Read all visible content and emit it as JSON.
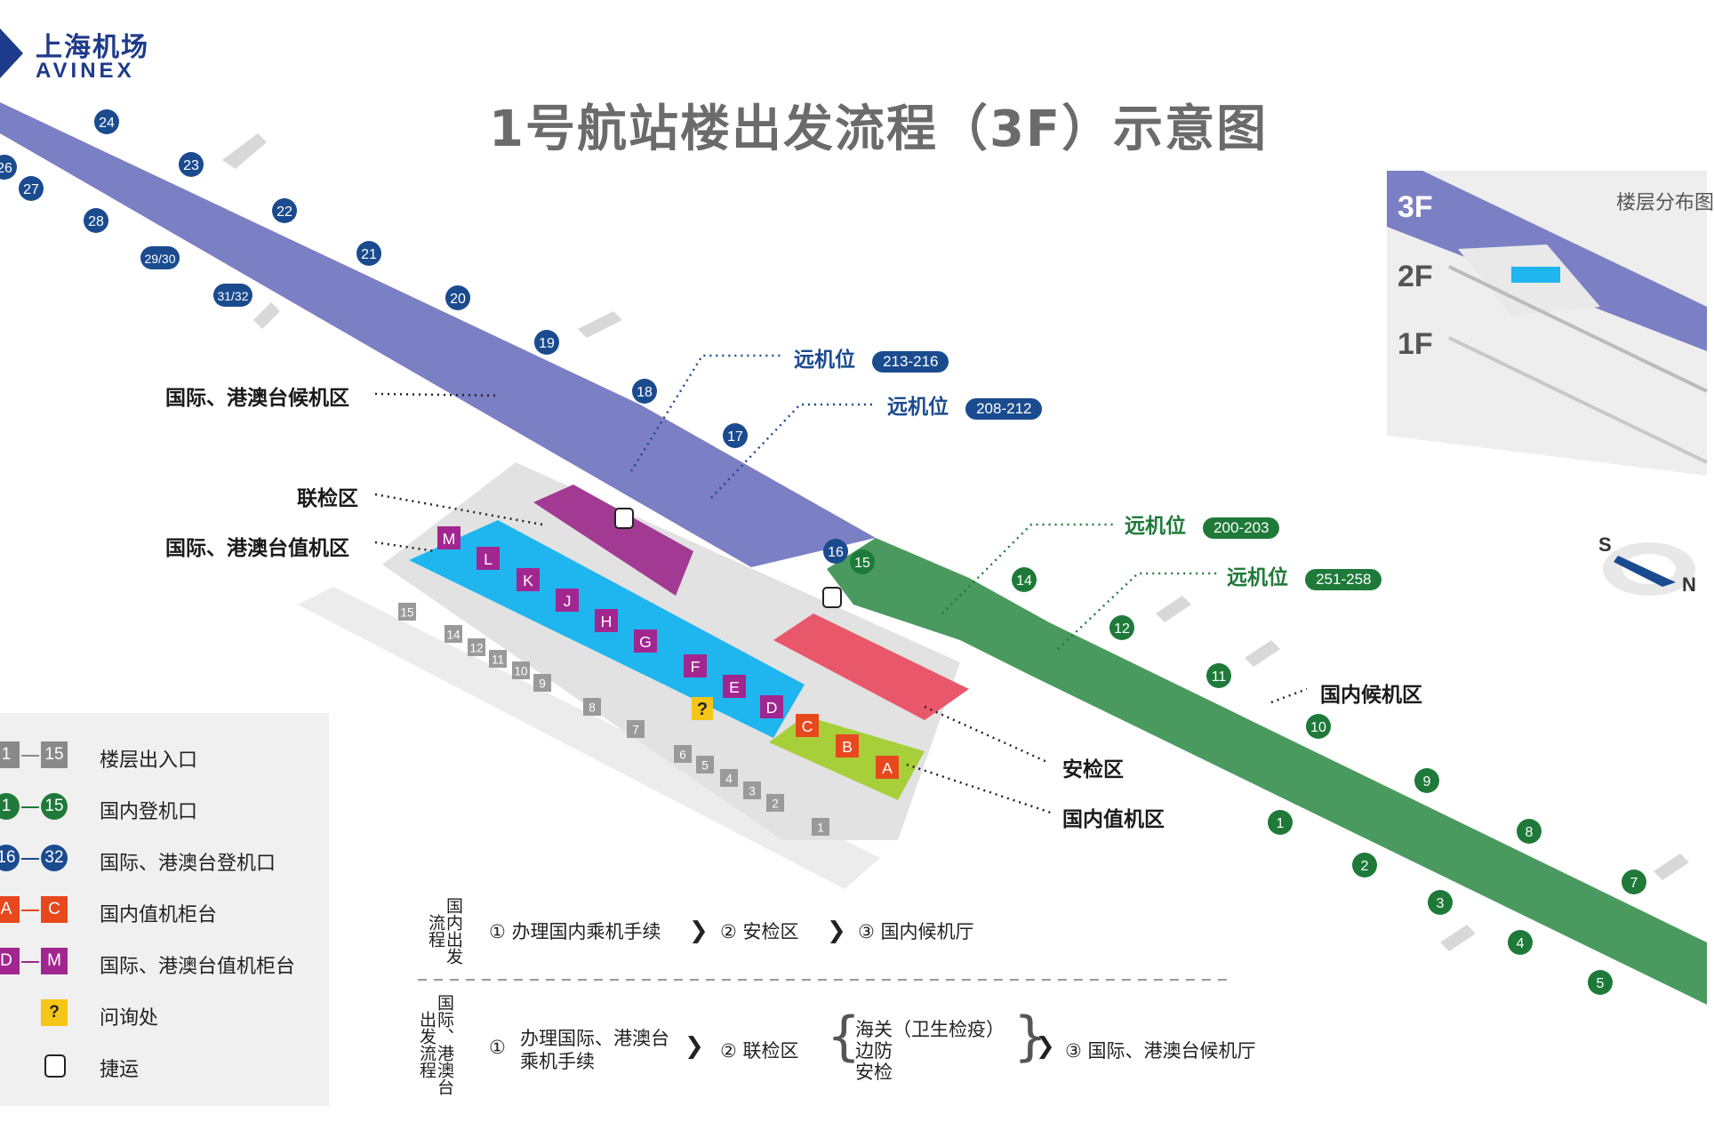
{
  "logo": {
    "cn": "上海机场",
    "en": "AVINEX"
  },
  "title": "1号航站楼出发流程（3F）示意图",
  "colors": {
    "intl_pier": "#7b7fc4",
    "dom_pier": "#4a9a5f",
    "intl_checkin": "#1fb6ef",
    "dom_checkin": "#a6cf3a",
    "joint_inspection": "#a23a93",
    "security": "#e8586a",
    "gate_intl": "#1b4b8f",
    "gate_dom": "#1f7a3a",
    "counter_intl": "#a2268f",
    "counter_dom": "#e8481e",
    "info": "#f5c518",
    "floor_gray": "#8a8a8a"
  },
  "gates": {
    "international": [
      "24",
      "23",
      "22",
      "21",
      "20",
      "19",
      "18",
      "17",
      "16",
      "26",
      "27",
      "28",
      "29/30",
      "31/32"
    ],
    "domestic": [
      "15",
      "14",
      "12",
      "11",
      "10",
      "9",
      "8",
      "7",
      "5",
      "4",
      "3",
      "2",
      "1"
    ]
  },
  "floor_entrances": [
    "15",
    "14",
    "12",
    "11",
    "10",
    "9",
    "8",
    "7",
    "6",
    "5",
    "4",
    "3",
    "2",
    "1"
  ],
  "counters": {
    "international": [
      "M",
      "L",
      "K",
      "J",
      "H",
      "G",
      "F",
      "E",
      "D"
    ],
    "domestic": [
      "C",
      "B",
      "A"
    ]
  },
  "zones": {
    "intl_waiting": "国际、港澳台候机区",
    "joint_inspection": "联检区",
    "intl_checkin": "国际、港澳台值机区",
    "security": "安检区",
    "dom_checkin": "国内值机区",
    "dom_waiting": "国内候机区"
  },
  "remote_stands": [
    {
      "label": "远机位",
      "range": "213-216",
      "group": "intl"
    },
    {
      "label": "远机位",
      "range": "208-212",
      "group": "intl"
    },
    {
      "label": "远机位",
      "range": "200-203",
      "group": "dom"
    },
    {
      "label": "远机位",
      "range": "251-258",
      "group": "dom"
    }
  ],
  "inset": {
    "title": "楼层分布图",
    "floors": [
      "3F",
      "2F",
      "1F"
    ]
  },
  "compass": {
    "south": "S",
    "north": "N"
  },
  "legend": [
    {
      "badge_from": "1",
      "badge_to": "15",
      "kind": "floor",
      "text": "楼层出入口"
    },
    {
      "badge_from": "1",
      "badge_to": "15",
      "kind": "dom_gate",
      "text": "国内登机口"
    },
    {
      "badge_from": "16",
      "badge_to": "32",
      "kind": "intl_gate",
      "text": "国际、港澳台登机口"
    },
    {
      "badge_from": "A",
      "badge_to": "C",
      "kind": "dom_counter",
      "text": "国内值机柜台"
    },
    {
      "badge_from": "D",
      "badge_to": "M",
      "kind": "intl_counter",
      "text": "国际、港澳台值机柜台"
    },
    {
      "badge_from": "?",
      "badge_to": "",
      "kind": "info",
      "text": "问询处"
    },
    {
      "badge_from": "",
      "badge_to": "",
      "kind": "shuttle",
      "text": "捷运"
    }
  ],
  "flows": {
    "domestic": {
      "side": "国内出发流程",
      "steps": [
        "① 办理国内乘机手续",
        "② 安检区",
        "③ 国内候机厅"
      ]
    },
    "international": {
      "side": "国际、港澳台出发流程",
      "step1_line1": "办理国际、港澳台",
      "step1_line2": "乘机手续",
      "step1_num": "①",
      "step2": "② 联检区",
      "checks": [
        "海关（卫生检疫）",
        "边防",
        "安检"
      ],
      "step3": "③ 国际、港澳台候机厅"
    }
  }
}
